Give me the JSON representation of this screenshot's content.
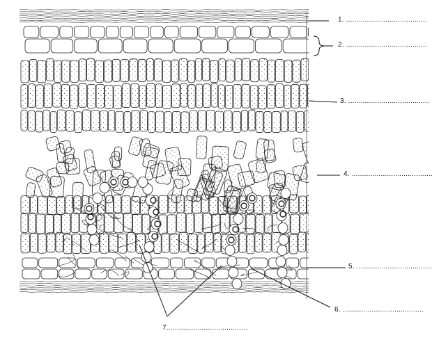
{
  "figure": {
    "description_hidden": false,
    "labels": [
      {
        "id": "l1",
        "text": "1. ......................................."
      },
      {
        "id": "l2",
        "text": "2. ......................................."
      },
      {
        "id": "l3",
        "text": "3. ......................................."
      },
      {
        "id": "l4",
        "text": "4. ......................................."
      },
      {
        "id": "l5",
        "text": "5. ......................................."
      },
      {
        "id": "l6",
        "text": "6. ......................................."
      },
      {
        "id": "l7",
        "text": "7......................................."
      }
    ]
  }
}
